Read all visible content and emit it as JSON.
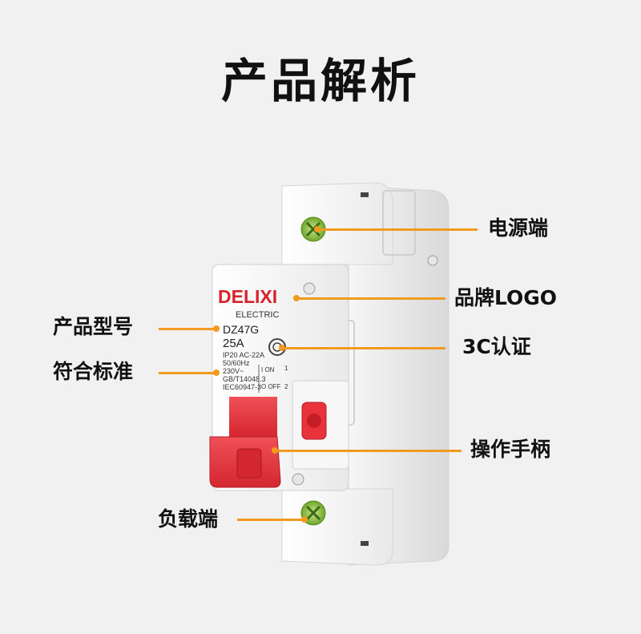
{
  "title": "产品解析",
  "labels": {
    "power_terminal": "电源端",
    "brand_logo": "品牌LOGO",
    "model": "产品型号",
    "cert_3c": "3C认证",
    "standard": "符合标准",
    "handle": "操作手柄",
    "load_terminal": "负载端"
  },
  "device": {
    "brand": "DELIXI",
    "brand_sub": "ELECTRIC",
    "model": "DZ47G",
    "current": "25A",
    "spec_1": "IP20 AC-22A",
    "spec_2": "50/60Hz",
    "spec_3": "230V~",
    "spec_4": "GB/T14048.3",
    "spec_5": "IEC60947-3",
    "on_label": "I ON",
    "off_label": "O OFF",
    "pin_1": "1",
    "pin_2": "2"
  },
  "colors": {
    "accent": "#f29a1e",
    "brand_red": "#d8232a",
    "handle_red": "#e8323c",
    "terminal_green": "#8bc53f"
  }
}
